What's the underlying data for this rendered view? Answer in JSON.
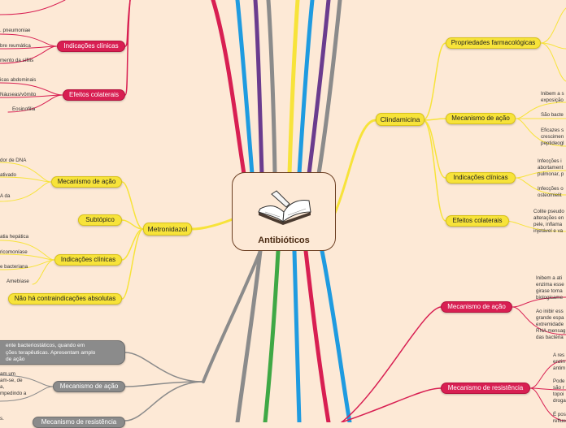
{
  "center": {
    "title": "Antibióticos",
    "icon": "open-book-icon"
  },
  "colors": {
    "background": "#fde9d6",
    "yellow": "#f7e33a",
    "red": "#d81f52",
    "gray": "#8b8b8b",
    "center_border": "#6b3e22"
  },
  "left_top": {
    "indicacoes": {
      "label": "Indicações clínicas",
      "items": [
        ". pneumoniae",
        "bre reumática",
        "mento da sífilis"
      ]
    },
    "efeitos": {
      "label": "Efeitos colaterais",
      "items": [
        "icas abdominais",
        "Náuseas/vômito",
        "Eosinofilia"
      ]
    }
  },
  "metronidazol": {
    "label": "Metronidazol",
    "mecanismo": {
      "label": "Mecanismo de ação",
      "items": [
        "dor de DNA",
        "ativado",
        "A da"
      ]
    },
    "subtopico": {
      "label": "Subtópico"
    },
    "indicacoes": {
      "label": "Indicações clínicas",
      "items": [
        "atia hepática",
        "ricomoníase",
        "e bacteriana",
        "Amebíase"
      ]
    },
    "contra": {
      "label": "Não há contraindicações absolutas"
    }
  },
  "left_bottom": {
    "summary": {
      "line1": "ente bacteriostáticos, quando em",
      "line2": "ções terapêuticas. Apresentam amplo",
      "line3": "de ação"
    },
    "mecanismo": {
      "label": "Mecanismo de ação",
      "items": [
        "am um",
        "am-se, de",
        "a,",
        "mpedindo a"
      ]
    },
    "bottom_text": "s.",
    "bottom_node": "Mecanismo de resistência"
  },
  "clindamicina": {
    "label": "Clindamicina",
    "propriedades": {
      "label": "Propriedades farmacológicas"
    },
    "mecanismo": {
      "label": "Mecanismo de ação",
      "items": [
        "Inibem a s",
        "exposição",
        "São bacte",
        "Eficazes s",
        "crescimen",
        "peptideogl"
      ]
    },
    "indicacoes": {
      "label": "Indicações clínicas",
      "items": [
        "Infecções i",
        "abortament",
        "pulmonar, p",
        "Infecções o",
        "osteomielit"
      ]
    },
    "efeitos": {
      "label": "Efeitos colaterais",
      "items": [
        "Colite pseudo",
        "alterações en",
        "pele, inflama",
        "injetável e va"
      ]
    }
  },
  "right_bottom": {
    "mecanismo": {
      "label": "Mecanismo de ação",
      "items": [
        "Inibem a ati",
        "enzima esse",
        "girase torna",
        "biologicame",
        "Ao inibir ess",
        "grande espa",
        "extremidade",
        "RNA mensag",
        "das bactéria"
      ]
    },
    "resistencia": {
      "label": "Mecanismo de resistência",
      "items": [
        "A res",
        "enzin",
        "antim",
        "Pode",
        "são r",
        "topoi",
        "droga",
        "É pos",
        "refluxo"
      ]
    }
  }
}
